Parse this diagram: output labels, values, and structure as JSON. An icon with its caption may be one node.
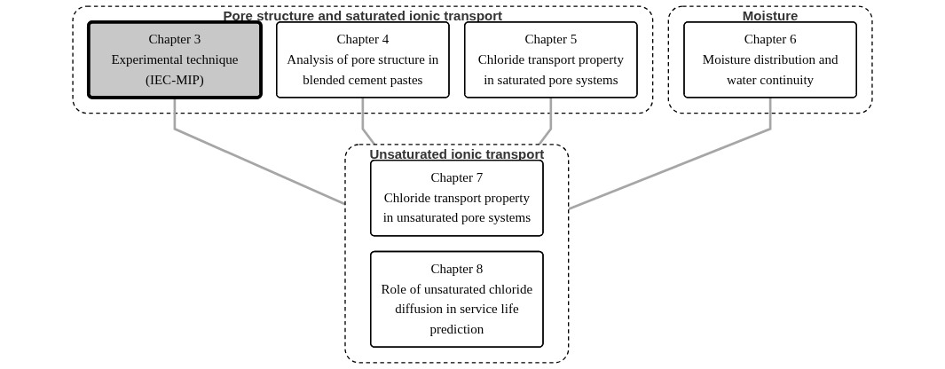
{
  "diagram": {
    "nodes": [
      {
        "text": [
          "Pore structure and saturated ionic transport"
        ]
      },
      {
        "text": [
          "Chapter 3",
          "Experimental technique (IEC-MIP)"
        ],
        "in": 0
      },
      {
        "text": [
          "Chapter 4",
          "Analysis of pore structure in blended cement pastes"
        ],
        "in": 0
      },
      {
        "text": [
          "Chapter 5",
          "Chloride transport property in saturated pore systems"
        ],
        "in": 0
      },
      {
        "text": [
          "Moisture"
        ]
      },
      {
        "text": [
          "Chapter 6",
          "Moisture distribution and water continuity"
        ],
        "in": 4
      },
      {
        "text": [
          "Unsaturated ionic transport"
        ]
      },
      {
        "text": [
          "Chapter 7",
          "Chloride transport property in unsaturated pore systems"
        ],
        "in": 6
      },
      {
        "text": [
          "Chapter 8",
          "Role of unsaturated chloride diffusion in service life prediction"
        ],
        "in": 6
      }
    ],
    "edges": [
      {
        "from": 1,
        "to": 6,
        "arrow": "none"
      },
      {
        "from": 2,
        "to": 6,
        "arrow": "none"
      },
      {
        "from": 3,
        "to": 6,
        "arrow": "none"
      },
      {
        "from": 5,
        "to": 6,
        "arrow": "none"
      }
    ]
  }
}
